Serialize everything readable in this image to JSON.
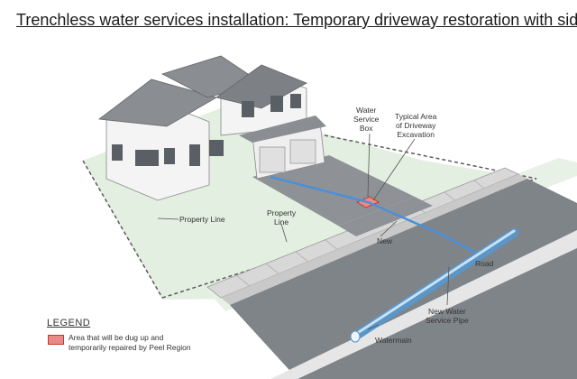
{
  "title": "Trenchless water services installation: Temporary driveway restoration with sidewalk",
  "labels": {
    "water_service_box": [
      "Water",
      "Service",
      "Box"
    ],
    "typical_area": [
      "Typical Area",
      "of Driveway",
      "Excavation"
    ],
    "property_line_1": "Property Line",
    "property_line_2": [
      "Property",
      "Line"
    ],
    "road": "Road",
    "new_water_service_pipe": [
      "New Water",
      "Service Pipe"
    ],
    "new_watermain": [
      "New",
      "Watermain"
    ]
  },
  "legend": {
    "title": "LEGEND",
    "items": [
      {
        "text_line1": "Area that will be dug up and",
        "text_line2": "temporarily repaired by Peel Region"
      }
    ]
  },
  "colors": {
    "excavation_area": "#e88b88",
    "pipe": "#4a90d9",
    "lawn": "#e3efe0",
    "asphalt": "#8e9297",
    "sidewalk": "#d8d8d8"
  }
}
